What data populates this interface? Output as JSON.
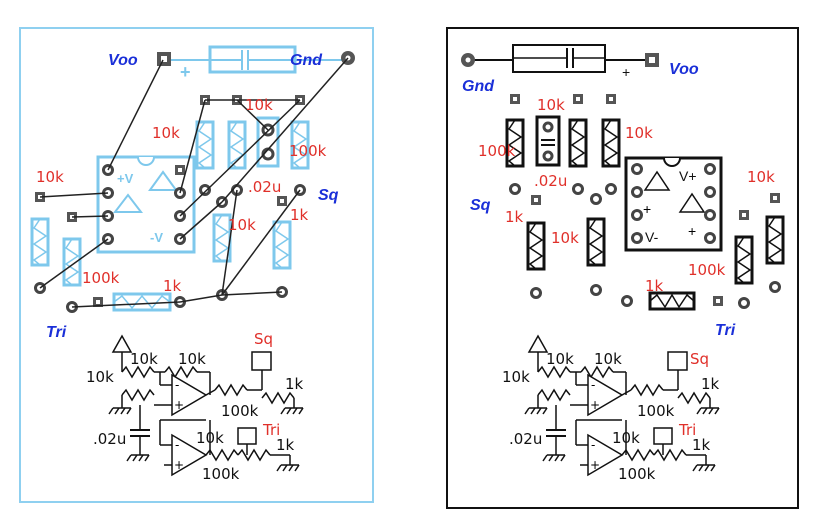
{
  "colors": {
    "left_parts": "#7ec8ec",
    "left_border": "#8fd0f0",
    "wire": "#222222",
    "value_text": "#e0302a",
    "net_text": "#1a2fd8"
  },
  "left_board": {
    "voo": "Voo",
    "gnd": "Gnd",
    "sq": "Sq",
    "tri": "Tri",
    "plus": "+",
    "pin_pv": "+V",
    "pin_mv": "-V",
    "r_10k_a": "10k",
    "r_10k_b": "10k",
    "r_10k_c": "10k",
    "r_100k_a": "100k",
    "r_100k_b": "100k",
    "r_1k_a": "1k",
    "r_1k_b": "1k",
    "c_02u": ".02u"
  },
  "right_board": {
    "voo": "Voo",
    "gnd": "Gnd",
    "sq": "Sq",
    "tri": "Tri",
    "plus": "+",
    "pin_pv": "V+",
    "pin_mv": "V-",
    "r_10k_a": "10k",
    "r_10k_b": "10k",
    "r_10k_c": "10k",
    "r_100k_a": "100k",
    "r_100k_b": "100k",
    "r_1k_a": "1k",
    "r_1k_b": "1k",
    "c_02u": ".02u"
  },
  "schematic": {
    "r_10k_a": "10k",
    "r_10k_b": "10k",
    "r_10k_c": "10k",
    "r_10k_d": "10k",
    "r_1k_a": "1k",
    "r_1k_b": "1k",
    "r_100k_a": "100k",
    "r_100k_b": "100k",
    "c_02u": ".02u",
    "sq": "Sq",
    "tri": "Tri",
    "plus": "+",
    "minus": "-"
  }
}
